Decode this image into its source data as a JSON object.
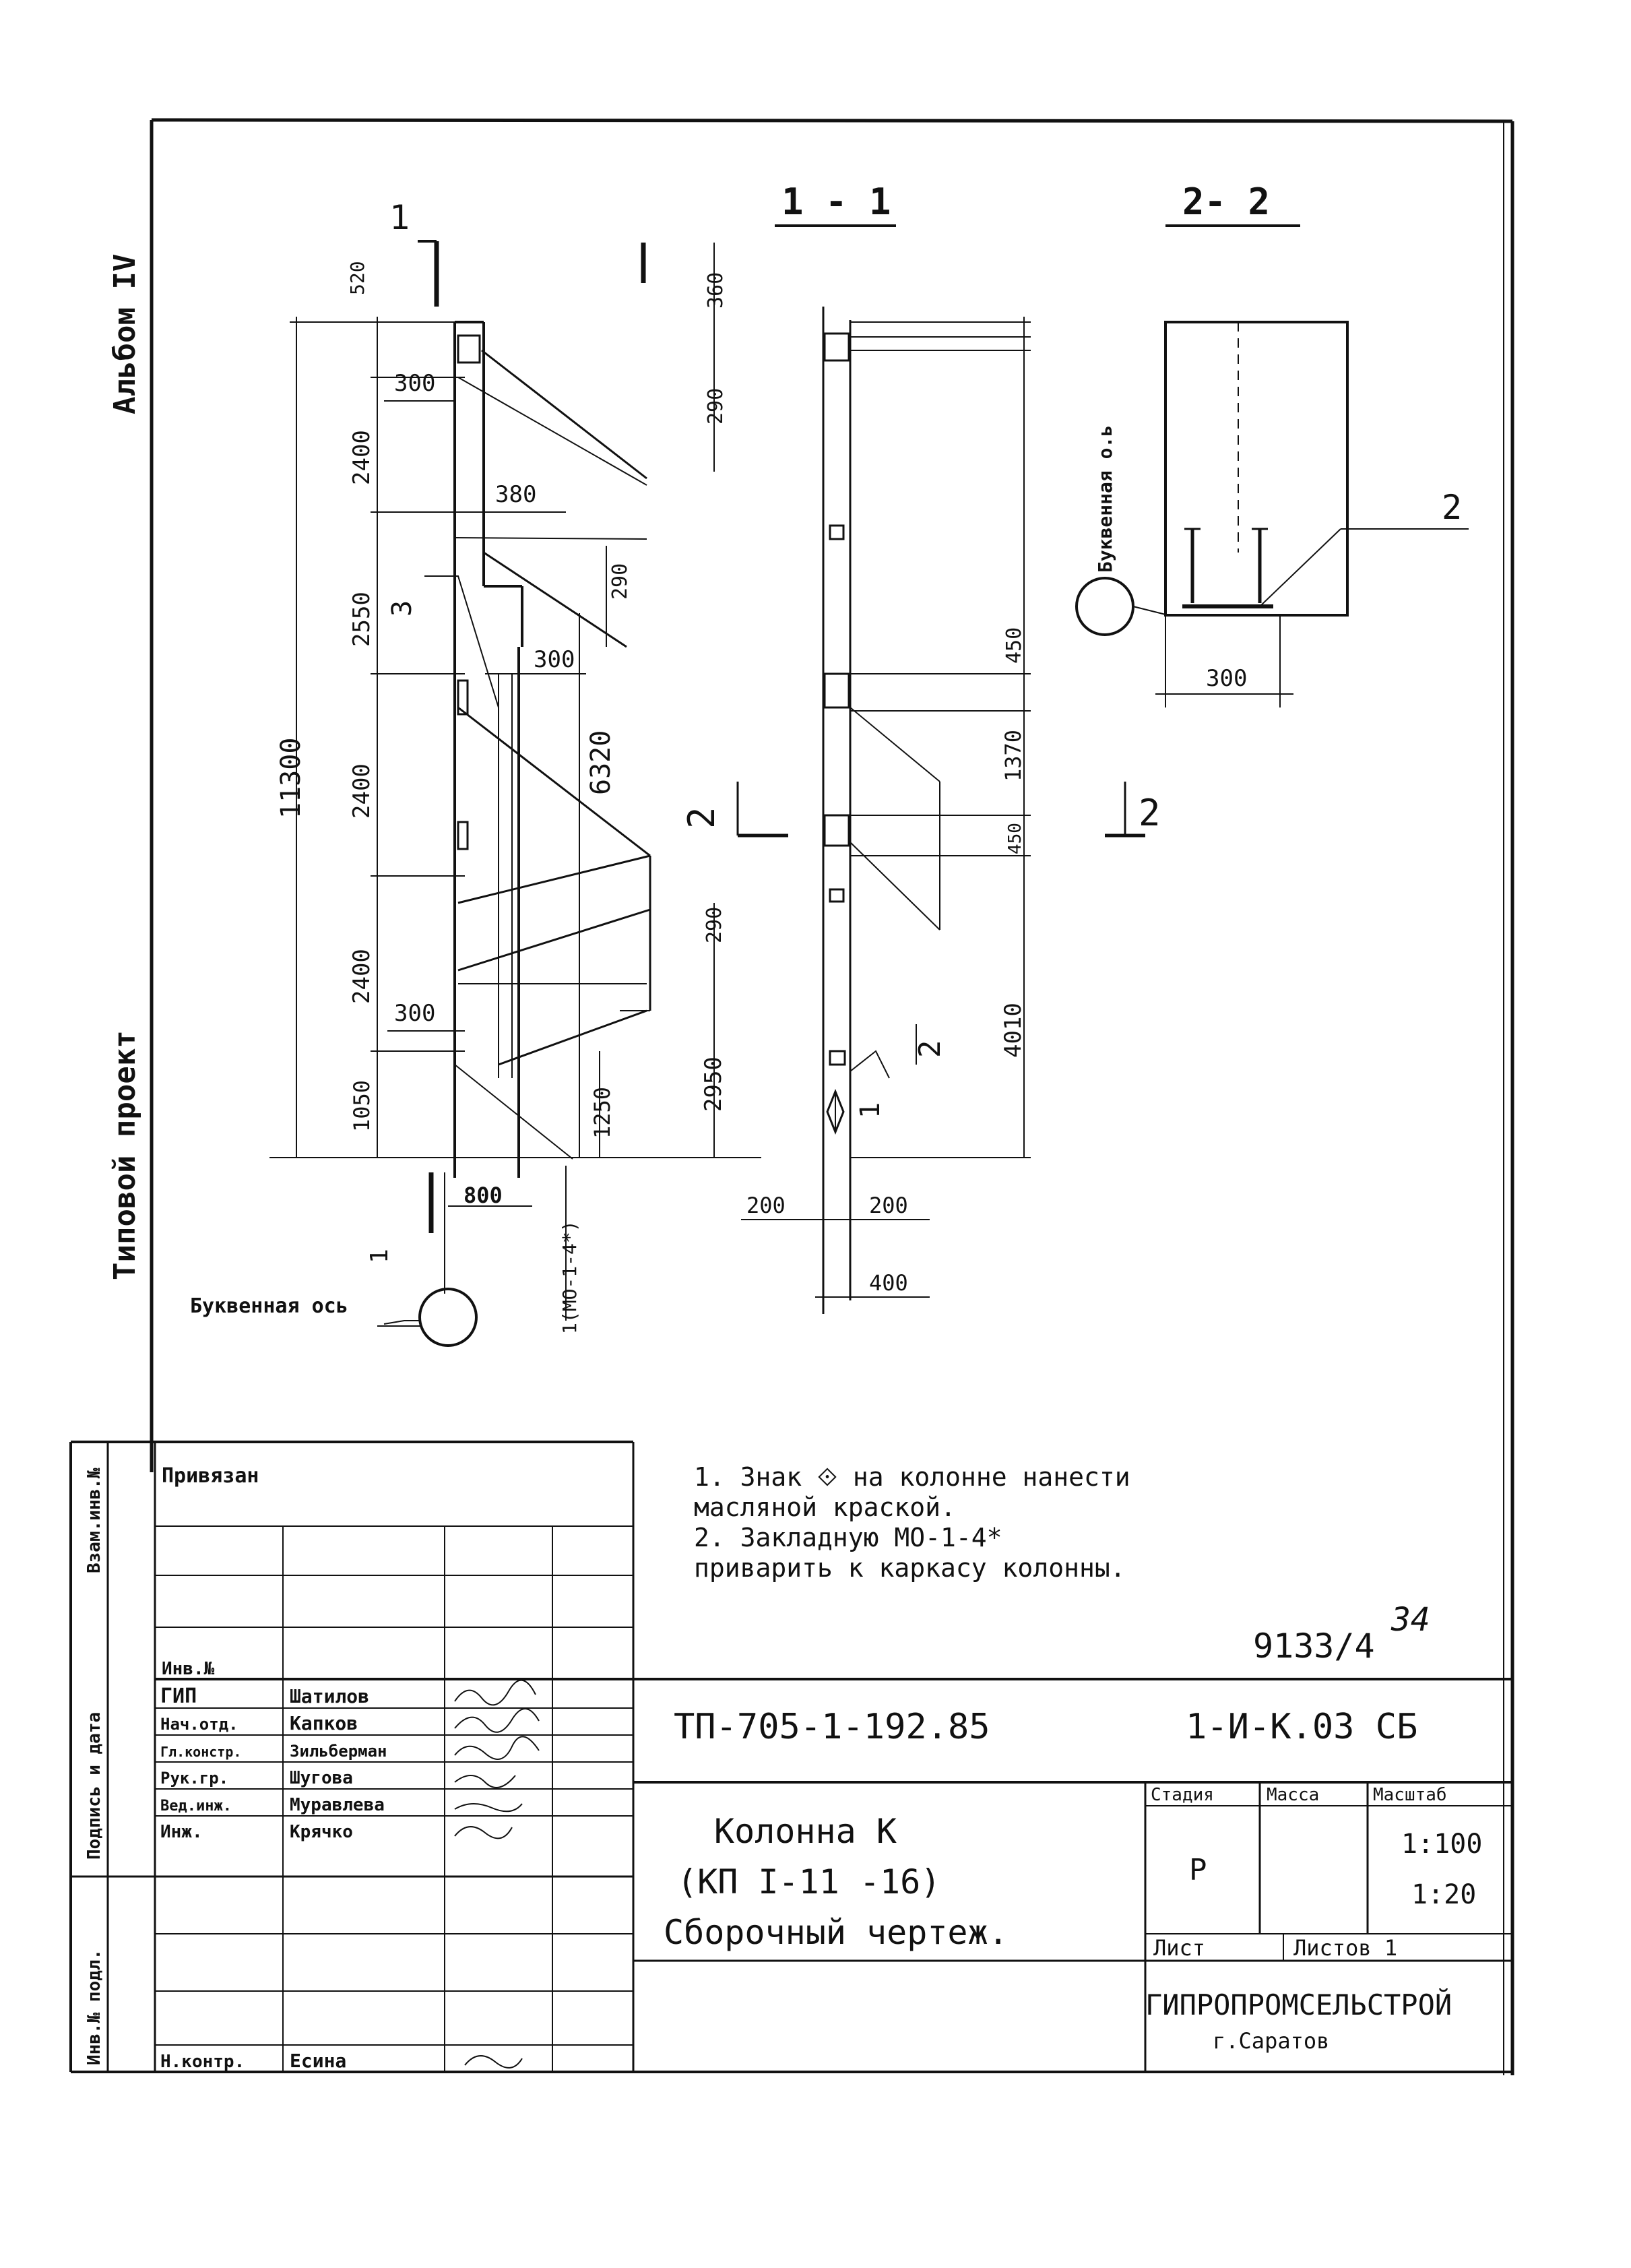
{
  "side_labels": {
    "album": "Альбом IV",
    "project": "Типовой проект"
  },
  "views": {
    "elevation": {
      "section_mark": "1",
      "top_offset": "520",
      "dims_left": {
        "total": "11300",
        "d1": "2400",
        "d2": "2550",
        "d3": "2400",
        "d4": "2400",
        "d5": "1050"
      },
      "dims_inner": {
        "a": "300",
        "b": "380",
        "c": "290",
        "d": "300",
        "e": "300",
        "f": "6320",
        "g": "1250",
        "h": "800"
      },
      "callout_3": "3",
      "axis_label": "Буквенная ось",
      "embed_label": "1(МО-1-4*)",
      "bottom_marker": "1"
    },
    "section_1_1": {
      "title": "1 - 1",
      "dims_right": {
        "a": "360",
        "b": "290",
        "c": "450",
        "d": "1370",
        "e": "450",
        "f": "4010"
      },
      "dims_mid": {
        "g": "290",
        "h": "2950",
        "callout": "2",
        "callout_b": "1"
      },
      "section_mark": "2",
      "bottom_dims": {
        "left": "200",
        "right": "200",
        "total": "400"
      }
    },
    "section_2_2": {
      "title": "2- 2",
      "axis_label": "Буквенная о.ь",
      "width_dim": "300",
      "callout": "2"
    }
  },
  "notes": {
    "line1": "1. Знак ⟐ на колонне нанести",
    "line2": "масляной краской.",
    "line3": "2. Закладную МО-1-4*",
    "line4": "приварить к каркасу колонны."
  },
  "sheet_number": {
    "main": "9133/4",
    "sup": "34"
  },
  "stamp": {
    "side_cols": [
      "Взам.инв.№",
      "Подпись и дата",
      "Инв.№ подл."
    ],
    "privyazan": "Привязан",
    "inv_no": "Инв.№",
    "people": [
      {
        "role": "ГИП",
        "name": "Шатилов"
      },
      {
        "role": "Нач.отд.",
        "name": "Капков"
      },
      {
        "role": "Гл.констр.",
        "name": "Зильберман"
      },
      {
        "role": "Рук.гр.",
        "name": "Шугова"
      },
      {
        "role": "Вед.инж.",
        "name": "Муравлева"
      },
      {
        "role": "Инж.",
        "name": "Крячко"
      }
    ],
    "norm_control": {
      "role": "Н.контр.",
      "name": "Есина"
    },
    "project_code": "ТП-705-1-192.85",
    "doc_code": "1-И-К.03 СБ",
    "title_line1": "Колонна К",
    "title_line2": "(КП I-11 -16)",
    "title_line3": "Сборочный чертеж.",
    "stage_header": "Стадия",
    "mass_header": "Масса",
    "scale_header": "Масштаб",
    "stage": "Р",
    "scale1": "1:100",
    "scale2": "1:20",
    "sheet_label": "Лист",
    "sheets_label": "Листов 1",
    "org": "ГИПРОПРОМСЕЛЬСТРОЙ",
    "city": "г.Саратов"
  }
}
